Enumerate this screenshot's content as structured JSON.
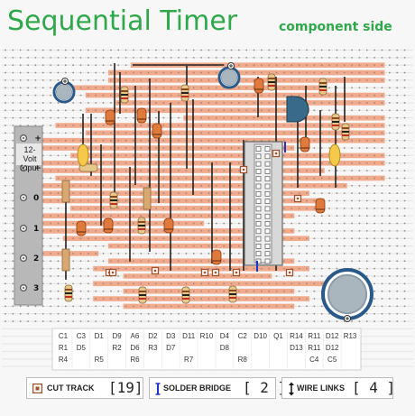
{
  "title": "Sequential Timer",
  "subtitle": "component side",
  "input": {
    "label_line1": "12-Volt",
    "label_line2": "Input",
    "plus_symbol": "+",
    "minus_symbol": "−"
  },
  "outputs": [
    "0",
    "1",
    "2",
    "3"
  ],
  "reference_columns": [
    [
      "C1",
      "R1",
      "R4"
    ],
    [
      "C3",
      "D5",
      ""
    ],
    [
      "D1",
      "",
      "R5"
    ],
    [
      "D9",
      "R2",
      ""
    ],
    [
      "A6",
      "D6",
      "R6"
    ],
    [
      "D2",
      "R3",
      ""
    ],
    [
      "D3",
      "D7",
      ""
    ],
    [
      "D11",
      "",
      "R7"
    ],
    [
      "R10",
      "",
      ""
    ],
    [
      "D4",
      "D8",
      ""
    ],
    [
      "C2",
      "",
      "R8"
    ],
    [
      "D10",
      "",
      ""
    ],
    [
      "Q1",
      "",
      ""
    ],
    [
      "R14",
      "D13",
      ""
    ],
    [
      "R11",
      "R11",
      "C4"
    ],
    [
      "D12",
      "D12",
      "C5"
    ],
    [
      "R13",
      "",
      ""
    ]
  ],
  "legend": {
    "cut_track": {
      "label": "CUT TRACK",
      "count": "[19]"
    },
    "solder_bridge": {
      "label": "SOLDER BRIDGE",
      "count": "[ 2 ]"
    },
    "wire_links": {
      "label": "WIRE LINKS",
      "count": "[ 4 ]"
    }
  },
  "colors": {
    "title": "#2ea84a",
    "track": "#f2aa8c",
    "hole": "#8c6450",
    "wire": "#222222",
    "cut_track": "#a0522d",
    "solder_bridge": "#2233cc",
    "capacitor": "#2a5a8a",
    "diode": "#e07a3c",
    "resistor": "#e6c88c",
    "tag_strip": "#b8b8b8"
  },
  "icons": [
    "cut-track-icon",
    "solder-bridge-icon",
    "wire-link-icon",
    "electrolytic-capacitor-icon",
    "transistor-icon",
    "ic-socket-icon"
  ]
}
